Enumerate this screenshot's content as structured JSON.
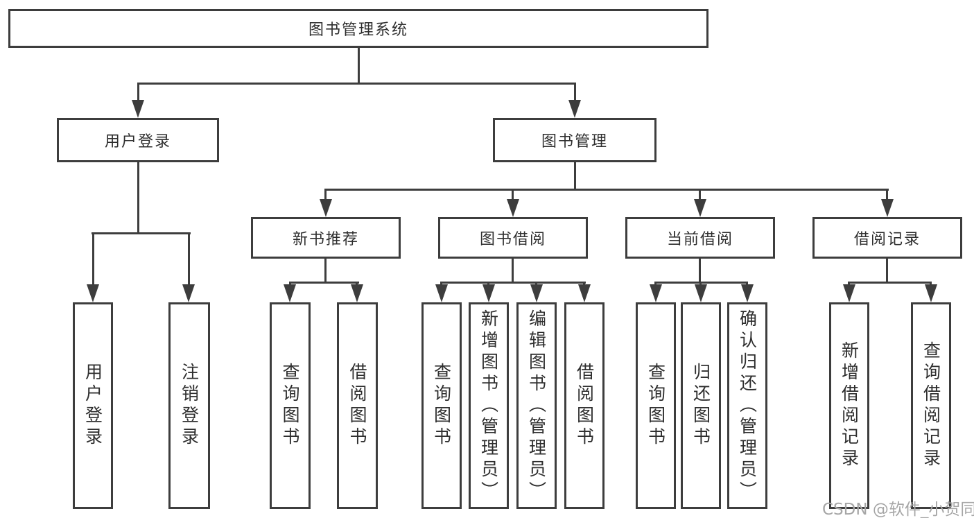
{
  "colors": {
    "line": "#3d3d3d",
    "text": "#2e2e2e",
    "box_bg": "#ffffff",
    "watermark": "#a6a6a6"
  },
  "root": {
    "label": "图书管理系统"
  },
  "level2": {
    "user_login": {
      "label": "用户登录"
    },
    "book_mgmt": {
      "label": "图书管理"
    }
  },
  "level3": {
    "new_books": {
      "label": "新书推荐"
    },
    "book_borrow": {
      "label": "图书借阅"
    },
    "current_borrow": {
      "label": "当前借阅"
    },
    "borrow_records": {
      "label": "借阅记录"
    }
  },
  "leaves": {
    "user_login": {
      "label": "用户登录"
    },
    "logout": {
      "label": "注销登录"
    },
    "nb_query": {
      "label": "查询图书"
    },
    "nb_borrow": {
      "label": "借阅图书"
    },
    "bb_query": {
      "label": "查询图书"
    },
    "bb_add": {
      "label": "新增图书（管理员）"
    },
    "bb_edit": {
      "label": "编辑图书（管理员）"
    },
    "bb_borrow": {
      "label": "借阅图书"
    },
    "cb_query": {
      "label": "查询图书"
    },
    "cb_return": {
      "label": "归还图书"
    },
    "cb_confirm": {
      "label": "确认归还（管理员）"
    },
    "br_add": {
      "label": "新增借阅记录"
    },
    "br_query": {
      "label": "查询借阅记录"
    }
  },
  "watermark": {
    "text": "CSDN @软件_小贺同学"
  }
}
